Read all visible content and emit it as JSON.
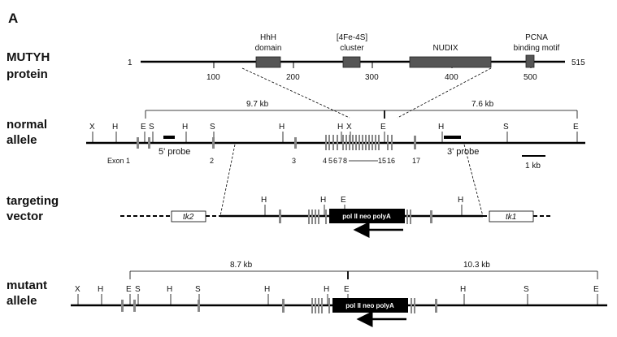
{
  "panel_label": "A",
  "row_labels": {
    "protein_1": "MUTYH",
    "protein_2": "protein",
    "normal_1": "normal",
    "normal_2": "allele",
    "targeting_1": "targeting",
    "targeting_2": "vector",
    "mutant_1": "mutant",
    "mutant_2": "allele"
  },
  "protein": {
    "start": "1",
    "end": "515",
    "ticks": [
      "100",
      "200",
      "300",
      "400",
      "500"
    ],
    "domains": {
      "hhh_1": "HhH",
      "hhh_2": "domain",
      "fes_1": "[4Fe-4S]",
      "fes_2": "cluster",
      "nudix": "NUDIX",
      "pcna_1": "PCNA",
      "pcna_2": "binding motif"
    }
  },
  "normal": {
    "size_left": "9.7 kb",
    "size_right": "7.6 kb",
    "sites": [
      "X",
      "H",
      "E",
      "S",
      "H",
      "S",
      "H",
      "H",
      "X",
      "E",
      "H",
      "S",
      "E"
    ],
    "probe_5": "5' probe",
    "probe_3": "3' probe",
    "exon_label": "Exon 1",
    "exon_nums": [
      "2",
      "3",
      "4",
      "5",
      "6",
      "7",
      "8",
      "15",
      "16",
      "17"
    ],
    "scale": "1 kb"
  },
  "targeting": {
    "sites": [
      "H",
      "H",
      "E",
      "H"
    ],
    "tk2": "tk2",
    "tk1": "tk1",
    "cassette": "pol II neo polyA"
  },
  "mutant": {
    "size_left": "8.7 kb",
    "size_right": "10.3 kb",
    "sites": [
      "X",
      "H",
      "E",
      "S",
      "H",
      "S",
      "H",
      "H",
      "E",
      "H",
      "S",
      "E"
    ],
    "cassette": "pol II neo polyA"
  }
}
